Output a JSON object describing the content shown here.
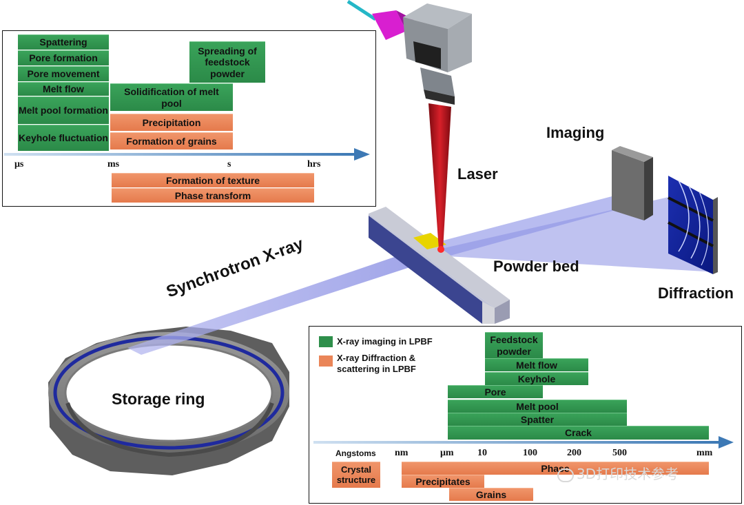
{
  "scene": {
    "laser": "Laser",
    "imaging": "Imaging",
    "powder_bed": "Powder bed",
    "diffraction": "Diffraction",
    "synchrotron": "Synchrotron X-ray",
    "storage_ring": "Storage ring"
  },
  "time_panel": {
    "ticks": [
      "μs",
      "ms",
      "s",
      "hrs"
    ],
    "bars": [
      {
        "label": "Spattering",
        "color": "green"
      },
      {
        "label": "Pore formation",
        "color": "green"
      },
      {
        "label": "Pore movement",
        "color": "green"
      },
      {
        "label": "Melt flow",
        "color": "green"
      },
      {
        "label": "Melt pool formation",
        "color": "green"
      },
      {
        "label": "Keyhole fluctuation",
        "color": "green"
      },
      {
        "label": "Spreading of feedstock powder",
        "color": "green"
      },
      {
        "label": "Solidification of melt pool",
        "color": "green"
      },
      {
        "label": "Precipitation",
        "color": "orange"
      },
      {
        "label": "Formation of grains",
        "color": "orange"
      },
      {
        "label": "Formation of texture",
        "color": "orange"
      },
      {
        "label": "Phase transform",
        "color": "orange"
      }
    ]
  },
  "length_panel": {
    "legend": [
      {
        "label": "X-ray imaging in LPBF",
        "color": "green"
      },
      {
        "label": "X-ray Diffraction & scattering in LPBF",
        "color": "orange"
      }
    ],
    "ticks": [
      "Angstoms",
      "nm",
      "μm",
      "10",
      "100",
      "200",
      "500",
      "mm"
    ],
    "bars": [
      {
        "label": "Feedstock powder",
        "color": "green"
      },
      {
        "label": "Melt flow",
        "color": "green"
      },
      {
        "label": "Keyhole",
        "color": "green"
      },
      {
        "label": "Pore",
        "color": "green"
      },
      {
        "label": "Melt pool",
        "color": "green"
      },
      {
        "label": "Spatter",
        "color": "green"
      },
      {
        "label": "Crack",
        "color": "green"
      },
      {
        "label": "Crystal structure",
        "color": "orange"
      },
      {
        "label": "Phase",
        "color": "orange"
      },
      {
        "label": "Precipitates",
        "color": "orange"
      },
      {
        "label": "Grains",
        "color": "orange"
      }
    ]
  },
  "watermark": "3D打印技术参考",
  "colors": {
    "green": "#2e8f4b",
    "orange": "#ea8558",
    "axis": "#3d79b5",
    "ring": "#1f2a9e",
    "xray": "#8f94e6",
    "laser": "#c8141e"
  }
}
